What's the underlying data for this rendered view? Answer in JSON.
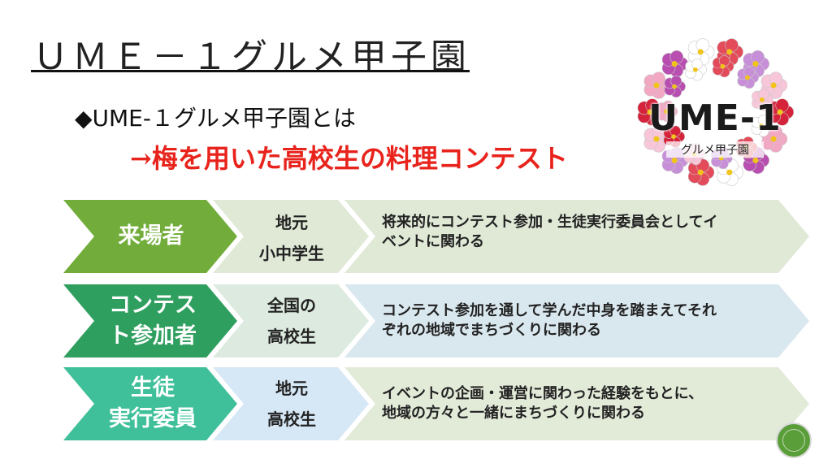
{
  "slide": {
    "title": "ＵＭＥ－１グルメ甲子園",
    "subtitle": "◆UME-１グルメ甲子園とは",
    "definition": "→梅を用いた高校生の料理コンテスト",
    "logo": {
      "main": "UME-1",
      "sub": "グルメ甲子園"
    }
  },
  "rows": [
    {
      "role": [
        "来場者"
      ],
      "who": [
        "地元",
        "小中学生"
      ],
      "desc": [
        "将来的にコンテスト参加・生徒実行委員会としてイ",
        "ベントに関わる"
      ],
      "colors": {
        "role": "#72ad3b",
        "who": "#dfe9d6",
        "desc": "#dfe9d6"
      }
    },
    {
      "role": [
        "コンテス",
        "ト参加者"
      ],
      "who": [
        "全国の",
        "高校生"
      ],
      "desc": [
        "コンテスト参加を通して学んだ中身を踏まえてそれ",
        "ぞれの地域でまちづくりに関わる"
      ],
      "colors": {
        "role": "#2f9f5f",
        "who": "#dceadf",
        "desc": "#d9e7ee"
      }
    },
    {
      "role": [
        "生徒",
        "実行委員"
      ],
      "who": [
        "地元",
        "高校生"
      ],
      "desc": [
        "イベントの企画・運営に関わった経験をもとに、",
        "地域の方々と一緒にまちづくりに関わる"
      ],
      "colors": {
        "role": "#3fc09a",
        "who": "#d6e7f6",
        "desc": "#e2ead8"
      }
    }
  ]
}
